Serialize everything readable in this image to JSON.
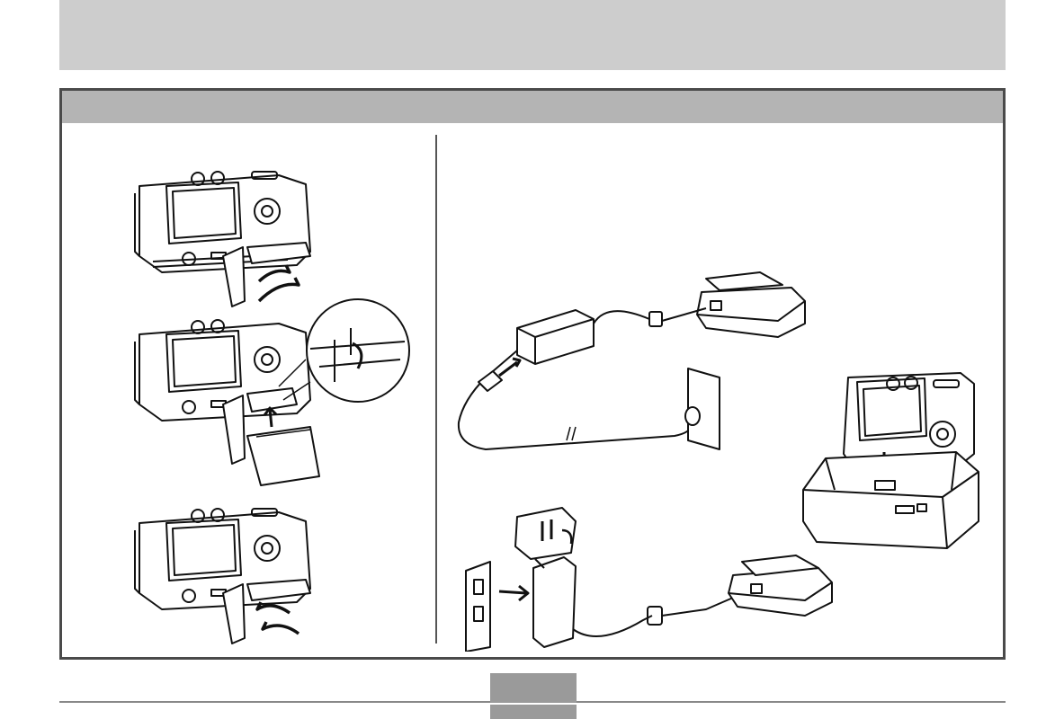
{
  "header": {
    "title": ""
  },
  "section": {
    "title": ""
  },
  "footer": {
    "page_number": ""
  },
  "illustrations": {
    "left": [
      "camera-open-cover-illustration",
      "battery-insert-illustration",
      "camera-close-cover-illustration"
    ],
    "right": [
      "ac-adaptor-cradle-connection-illustration",
      "camera-on-cradle-illustration",
      "plug-in-adaptor-cradle-illustration"
    ]
  }
}
